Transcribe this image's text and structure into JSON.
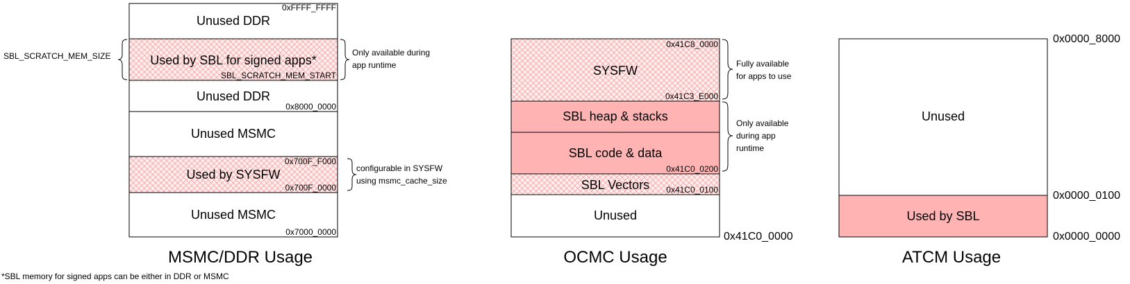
{
  "colors": {
    "border": "#000000",
    "used_fill": "#ffb3b3",
    "hatch_bg": "#ffecec",
    "hatch_line": "#f4a6a6",
    "unused_fill": "#ffffff",
    "brace": "#000000"
  },
  "msmc_ddr": {
    "title": "MSMC/DDR Usage",
    "footnote": "*SBL memory for signed apps can be either in DDR or MSMC",
    "regions": [
      {
        "label": "Unused DDR",
        "style": "unused",
        "addr": "0xFFFF_FFFF"
      },
      {
        "label": "Used by SBL for signed apps*",
        "style": "hatch",
        "addr": "SBL_SCRATCH_MEM_START"
      },
      {
        "label": "Unused DDR",
        "style": "unused",
        "addr": "0x8000_0000"
      },
      {
        "label": "Unused MSMC",
        "style": "unused",
        "addr": ""
      },
      {
        "label": "Used by SYSFW",
        "style": "hatch",
        "addr_top": "0x700F_F000",
        "addr": "0x700F_0000"
      },
      {
        "label": "Unused MSMC",
        "style": "unused",
        "addr": "0x7000_0000"
      }
    ],
    "left_annotation": "SBL_SCRATCH_MEM_SIZE",
    "right_annotations": [
      {
        "lines": [
          "Only available during",
          "app  runtime"
        ]
      },
      {
        "lines": [
          "configurable in SYSFW",
          "using msmc_cache_size"
        ]
      }
    ]
  },
  "ocmc": {
    "title": "OCMC Usage",
    "regions": [
      {
        "label": "SYSFW",
        "style": "hatch",
        "addr_top": "0x41C8_0000",
        "addr": "0x41C3_E000"
      },
      {
        "label": "SBL heap & stacks",
        "style": "used",
        "addr": ""
      },
      {
        "label": "SBL code & data",
        "style": "used",
        "addr": "0x41C0_0200"
      },
      {
        "label": "SBL Vectors",
        "style": "hatch",
        "addr": "0x41C0_0100"
      },
      {
        "label": "Unused",
        "style": "unused",
        "addr": ""
      }
    ],
    "base_addr": "0x41C0_0000",
    "right_annotations": [
      {
        "lines": [
          "Fully available",
          "for apps to use"
        ]
      },
      {
        "lines": [
          "Only available",
          "during app",
          "runtime"
        ]
      }
    ]
  },
  "atcm": {
    "title": "ATCM Usage",
    "regions": [
      {
        "label": "Unused",
        "style": "unused"
      },
      {
        "label": "Used by SBL",
        "style": "used"
      }
    ],
    "addresses": [
      "0x0000_8000",
      "0x0000_0100",
      "0x0000_0000"
    ]
  }
}
